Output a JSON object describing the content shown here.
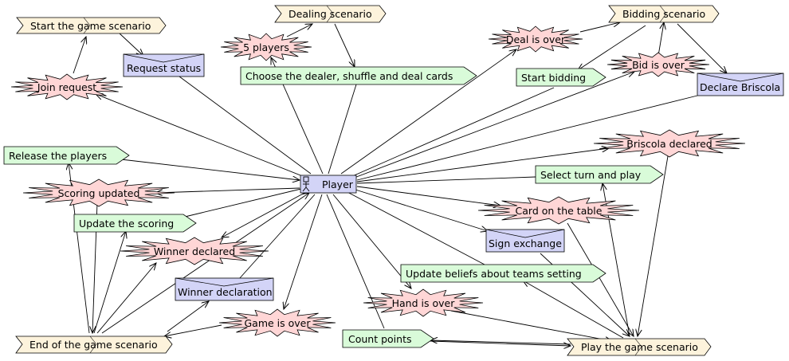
{
  "colors": {
    "scenario": "#fdf3dc",
    "action": "#d9fbd9",
    "event": "#ffd6d6",
    "message": "#d3d4f7",
    "actor": "#d3d4f7"
  },
  "nodes": {
    "player": "Player",
    "start_game_scenario": "Start the game scenario",
    "dealing_scenario": "Dealing scenario",
    "bidding_scenario": "Bidding scenario",
    "end_game_scenario": "End of the game scenario",
    "play_game_scenario": "Play the game scenario",
    "five_players": "5 players",
    "deal_is_over": "Deal is over",
    "bid_is_over": "Bid is over",
    "join_request": "Join request",
    "briscola_declared": "Briscola declared",
    "scoring_updated": "Scoring updated",
    "card_on_table": "Card on the table",
    "winner_declared": "Winner declared",
    "hand_is_over": "Hand is over",
    "game_is_over": "Game is over",
    "request_status": "Request status",
    "declare_briscola": "Declare Briscola",
    "sign_exchange": "Sign exchange",
    "winner_declaration": "Winner declaration",
    "choose_dealer": "Choose the dealer, shuffle and deal cards",
    "start_bidding": "Start bidding",
    "release_players": "Release the players",
    "select_turn_play": "Select turn and play",
    "update_scoring": "Update the scoring",
    "update_beliefs": "Update beliefs about teams setting",
    "count_points": "Count points"
  }
}
